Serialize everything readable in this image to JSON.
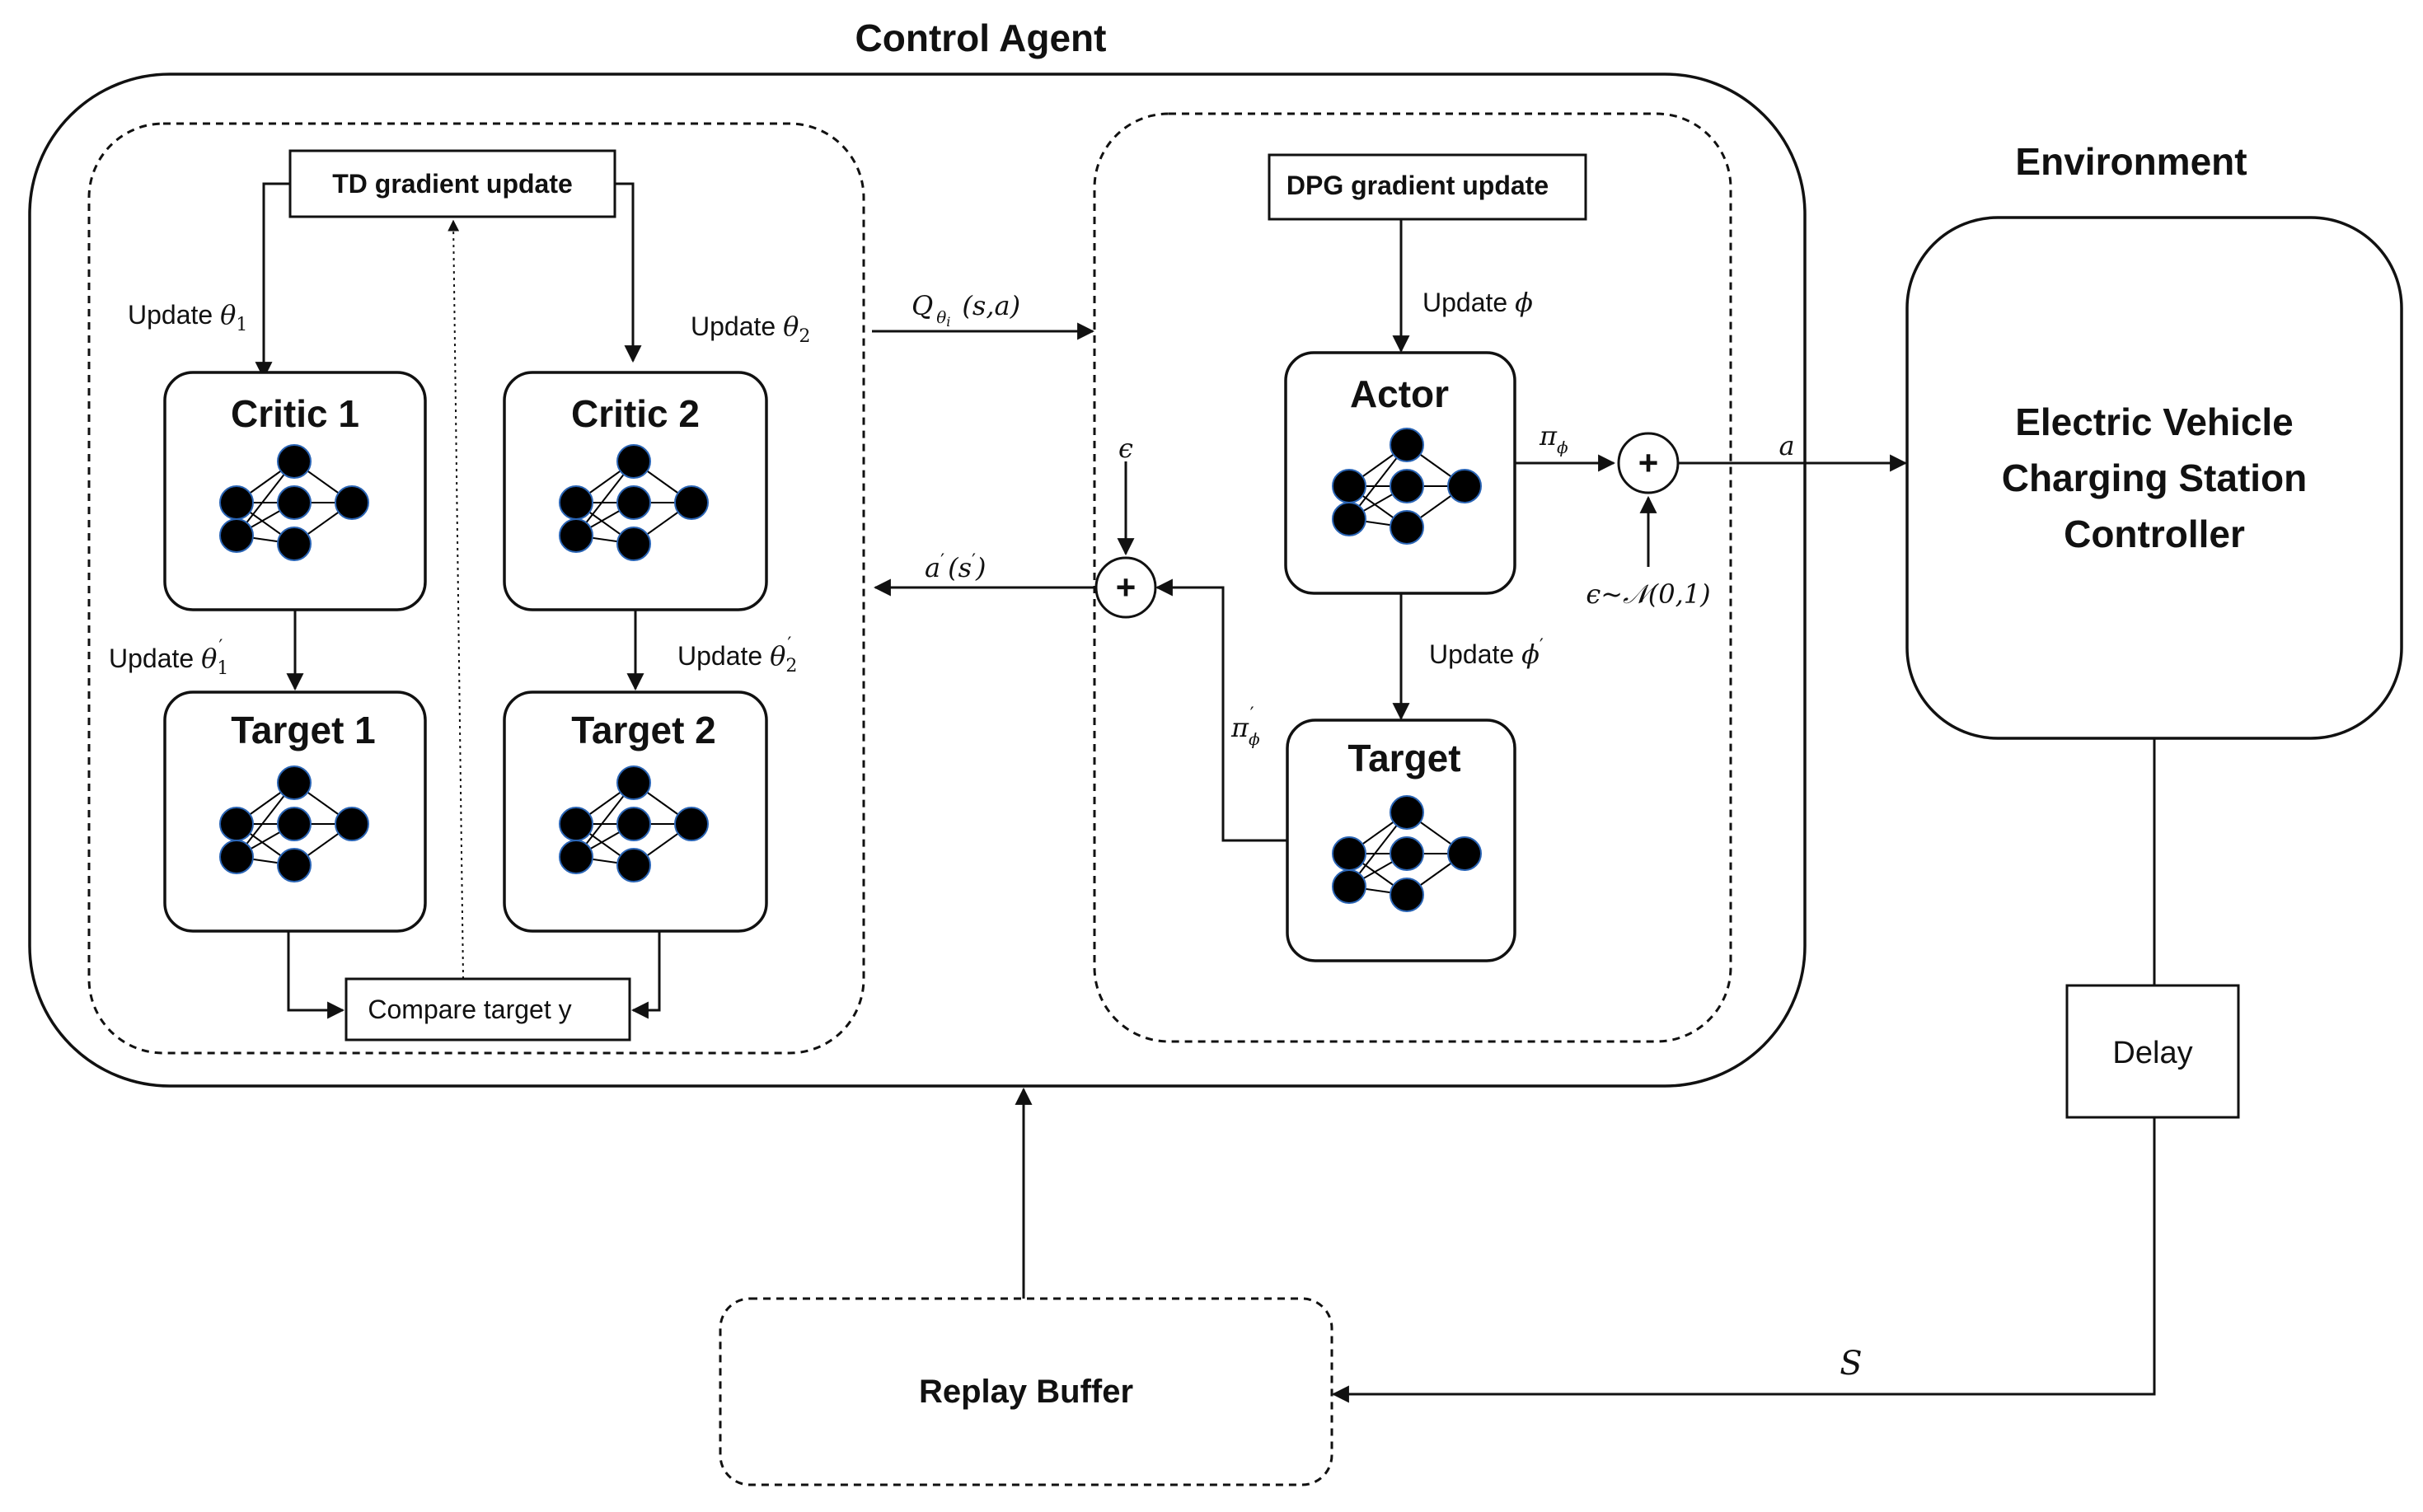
{
  "control_agent": {
    "title": "Control Agent"
  },
  "critic_panel": {
    "td_update": "TD gradient update",
    "update_theta1": "Update ",
    "update_theta2": "Update ",
    "update_theta1_prime": "Update ",
    "update_theta2_prime": "Update ",
    "critic1": "Critic 1",
    "critic2": "Critic 2",
    "target1": "Target 1",
    "target2": "Target 2",
    "compare": "Compare target y"
  },
  "actor_panel": {
    "dpg_update": "DPG gradient update",
    "update_phi": "Update ",
    "update_phi_prime": "Update ",
    "actor": "Actor",
    "target": "Target",
    "epsilon": "ϵ",
    "noise": "ϵ~𝒩(0,1)",
    "pi_phi": "π",
    "pi_phi_prime": "π",
    "sum_symbol": "+"
  },
  "connections": {
    "q_label": "Q",
    "q_args": "(s,a)",
    "a_prime_label": "a",
    "a_prime_args": "(s",
    "action": "a",
    "state": "S"
  },
  "environment": {
    "title": "Environment",
    "controller_line1": "Electric Vehicle",
    "controller_line2": "Charging Station",
    "controller_line3": "Controller",
    "delay": "Delay"
  },
  "replay_buffer": {
    "label": "Replay Buffer"
  }
}
